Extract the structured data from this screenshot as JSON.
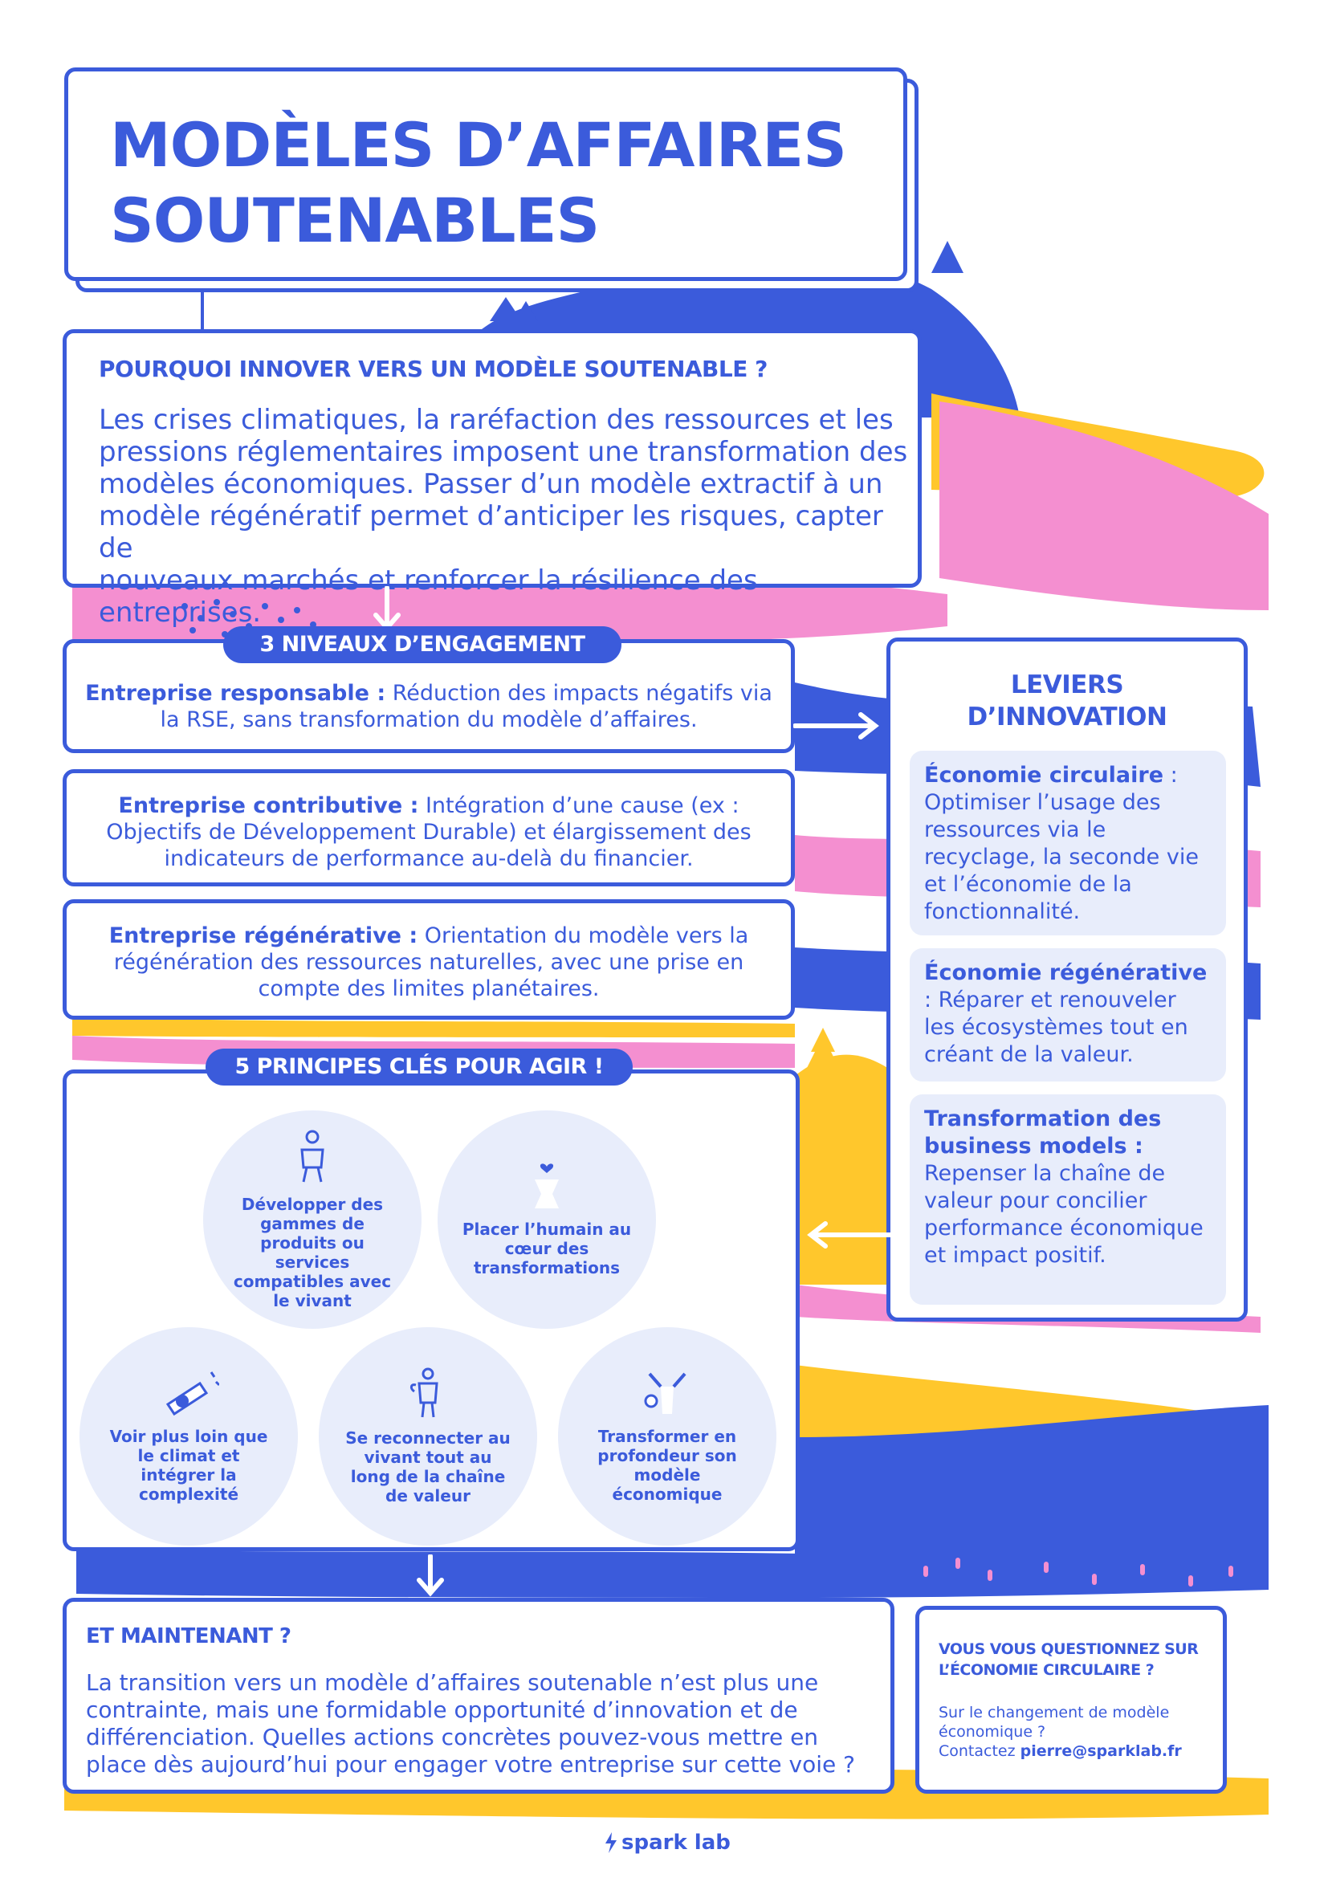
{
  "colors": {
    "blue": "#3b5bdb",
    "pink": "#f48fd0",
    "yellow": "#ffc72c",
    "lightblue": "#e8edfb"
  },
  "title": {
    "line1": "MODÈLES D’AFFAIRES",
    "line2": "SOUTENABLES"
  },
  "why": {
    "heading": "POURQUOI INNOVER VERS UN MODÈLE SOUTENABLE ?",
    "lines": [
      "Les crises climatiques, la raréfaction des ressources et les",
      "pressions réglementaires imposent une transformation des",
      "modèles économiques. Passer d’un modèle extractif à un",
      "modèle régénératif permet d’anticiper les risques, capter de",
      "nouveaux marchés et renforcer la résilience des entreprises."
    ]
  },
  "levels": {
    "label": "3 NIVEAUX D’ENGAGEMENT",
    "items": [
      {
        "name": "Entreprise responsable :",
        "line1_rest": " Réduction des impacts négatifs via",
        "lines": [
          "la RSE, sans transformation du modèle d’affaires."
        ]
      },
      {
        "name": "Entreprise contributive :",
        "line1_rest": " Intégration d’une cause (ex :",
        "lines": [
          "Objectifs de Développement Durable) et élargissement des",
          "indicateurs de performance au-delà du financier."
        ]
      },
      {
        "name": "Entreprise régénérative :",
        "line1_rest": " Orientation du modèle vers la",
        "lines": [
          "régénération des ressources naturelles, avec une prise en",
          "compte des limites planétaires."
        ]
      }
    ]
  },
  "levers": {
    "title_line1": "LEVIERS",
    "title_line2": "D’INNOVATION",
    "items": [
      {
        "name": "Économie circulaire",
        "text": ": Optimiser l’usage des ressources via le recyclage, la seconde vie et l’économie de la fonctionnalité."
      },
      {
        "name": "Économie régénérative",
        "text": ": Réparer et renouveler les écosystèmes tout en créant de la valeur."
      },
      {
        "name": "Transformation des business models :",
        "text": "Repenser la chaîne de valeur pour concilier performance économique et impact positif."
      }
    ]
  },
  "principles": {
    "label": "5 PRINCIPES CLÉS POUR AGIR !",
    "items": [
      {
        "icon": "person-icon",
        "text": "Développer des gammes de produits ou services compatibles avec le vivant"
      },
      {
        "icon": "heart-person-icon",
        "text": "Placer l’humain au cœur des transformations"
      },
      {
        "icon": "telescope-icon",
        "text": "Voir plus loin que le climat et intégrer la complexité"
      },
      {
        "icon": "plant-person-icon",
        "text": "Se reconnecter au vivant tout au long de la chaîne de valeur"
      },
      {
        "icon": "transform-person-icon",
        "text": "Transformer en profondeur son modèle économique"
      }
    ]
  },
  "now": {
    "heading": "ET MAINTENANT ?",
    "lines": [
      "La transition vers un modèle d’affaires soutenable n’est plus une",
      "contrainte, mais une formidable opportunité d’innovation et de",
      "différenciation. Quelles actions concrètes pouvez-vous mettre en",
      "place dès aujourd’hui pour engager votre entreprise sur cette voie ?"
    ]
  },
  "contact": {
    "heading_line1": "VOUS VOUS QUESTIONNEZ SUR",
    "heading_line2": "L’ÉCONOMIE CIRCULAIRE ?",
    "line1": "Sur le changement de modèle",
    "line2": "économique ?",
    "line3_prefix": "Contactez ",
    "email": "pierre@sparklab.fr"
  },
  "footer": {
    "logo": "spark lab"
  }
}
